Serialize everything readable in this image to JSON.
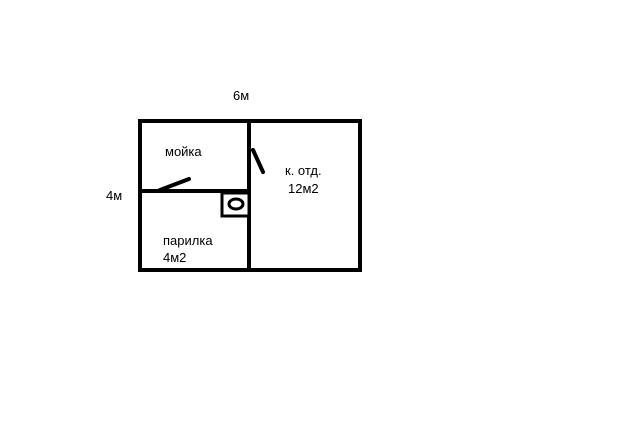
{
  "plan": {
    "width_label": "6м",
    "height_label": "4м",
    "rooms": [
      {
        "id": "wash",
        "lines": [
          "мойка"
        ]
      },
      {
        "id": "rest",
        "lines": [
          "к. отд.",
          "12м2"
        ]
      },
      {
        "id": "steam",
        "lines": [
          "парилка",
          "4м2"
        ]
      }
    ],
    "colors": {
      "line": "#000000",
      "background": "#ffffff"
    },
    "icons": [
      "stove-icon",
      "door-icon"
    ]
  }
}
